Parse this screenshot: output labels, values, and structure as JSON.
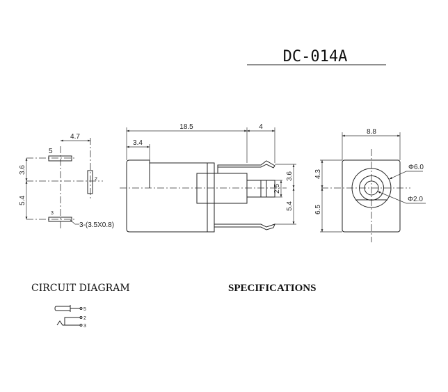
{
  "title": "DC-014A",
  "pin_view": {
    "dim_width": "4.7",
    "dim_top": "3.6",
    "dim_bottom": "5.4",
    "pin5": "5",
    "pin2": "2",
    "pin3": "3",
    "pin_note": "3-(3.5X0.8)"
  },
  "side_view": {
    "dim_length": "18.5",
    "dim_pin": "4",
    "dim_flange": "3.4",
    "dim_top": "3.6",
    "dim_pin_dia": "2.5",
    "dim_bottom": "5.4"
  },
  "front_view": {
    "dim_width": "8.8",
    "dim_top": "4.3",
    "dim_bottom": "6.5",
    "dia_outer": "Φ6.0",
    "dia_inner": "Φ2.0"
  },
  "circuit": {
    "heading": "CIRCUIT DIAGRAM",
    "pins": [
      "5",
      "2",
      "3"
    ]
  },
  "specs": {
    "heading": "SPECIFICATIONS"
  }
}
